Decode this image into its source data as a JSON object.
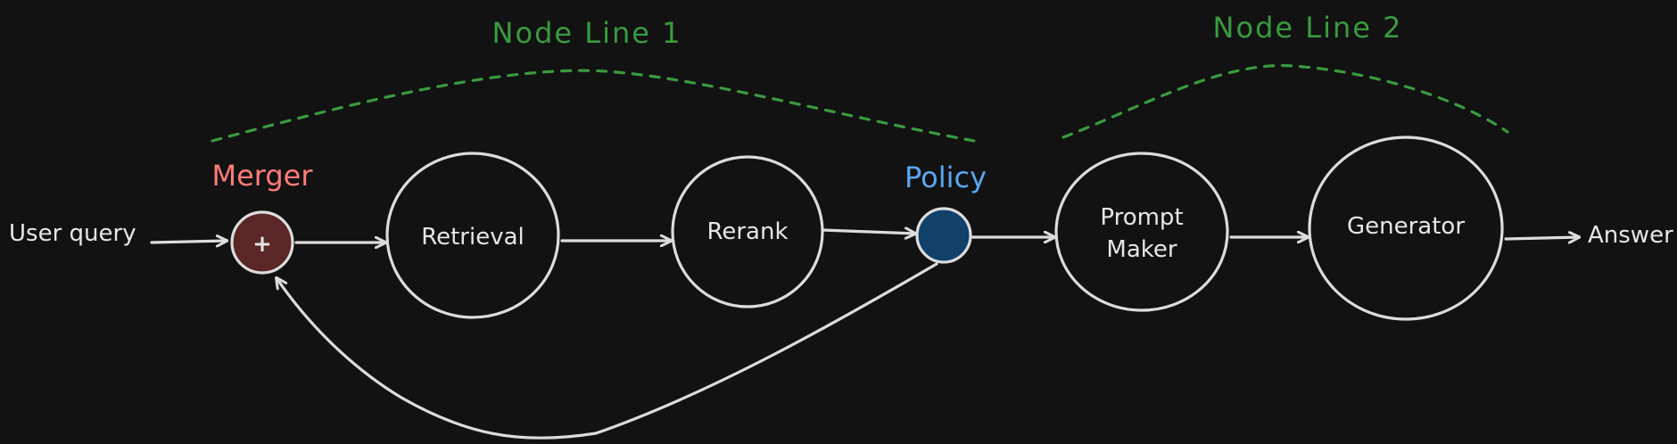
{
  "colors": {
    "background": "#121212",
    "stroke": "#dcdcdc",
    "group_line": "#3a9a3f",
    "merger_label": "#ff7b78",
    "merger_fill": "#5a2626",
    "policy_label": "#5aa7f2",
    "policy_fill": "#11406a"
  },
  "groups": {
    "node_line_1": "Node Line 1",
    "node_line_2": "Node Line 2"
  },
  "io": {
    "input": "User query",
    "output": "Answer"
  },
  "merger": {
    "label": "Merger",
    "symbol": "+"
  },
  "policy": {
    "label": "Policy"
  },
  "nodes": {
    "retrieval": "Retrieval",
    "rerank": "Rerank",
    "prompt_maker_line1": "Prompt",
    "prompt_maker_line2": "Maker",
    "generator": "Generator"
  }
}
